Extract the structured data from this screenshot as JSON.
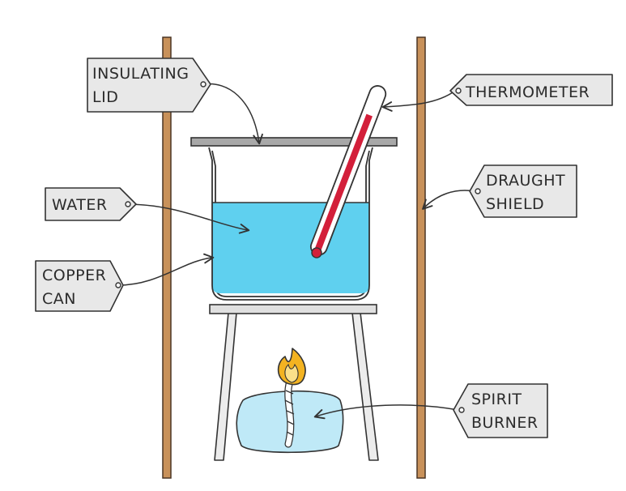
{
  "labels": {
    "insulating_lid": [
      "INSULATING",
      "LID"
    ],
    "thermometer": [
      "THERMOMETER"
    ],
    "water": [
      "WATER"
    ],
    "draught_shield": [
      "DRAUGHT",
      "SHIELD"
    ],
    "copper_can": [
      "COPPER",
      "CAN"
    ],
    "spirit_burner": [
      "SPIRIT",
      "BURNER"
    ]
  },
  "colors": {
    "label_fill": "#e8e8e8",
    "outline": "#333333",
    "shield_wood": "#c8915a",
    "water": "#5fd0ef",
    "thermometer_liquid": "#d31f3a",
    "burner_body": "#bfe9f7",
    "flame_outer": "#f3b321",
    "flame_inner": "#fbe08a",
    "lid": "#a8a8a8"
  }
}
